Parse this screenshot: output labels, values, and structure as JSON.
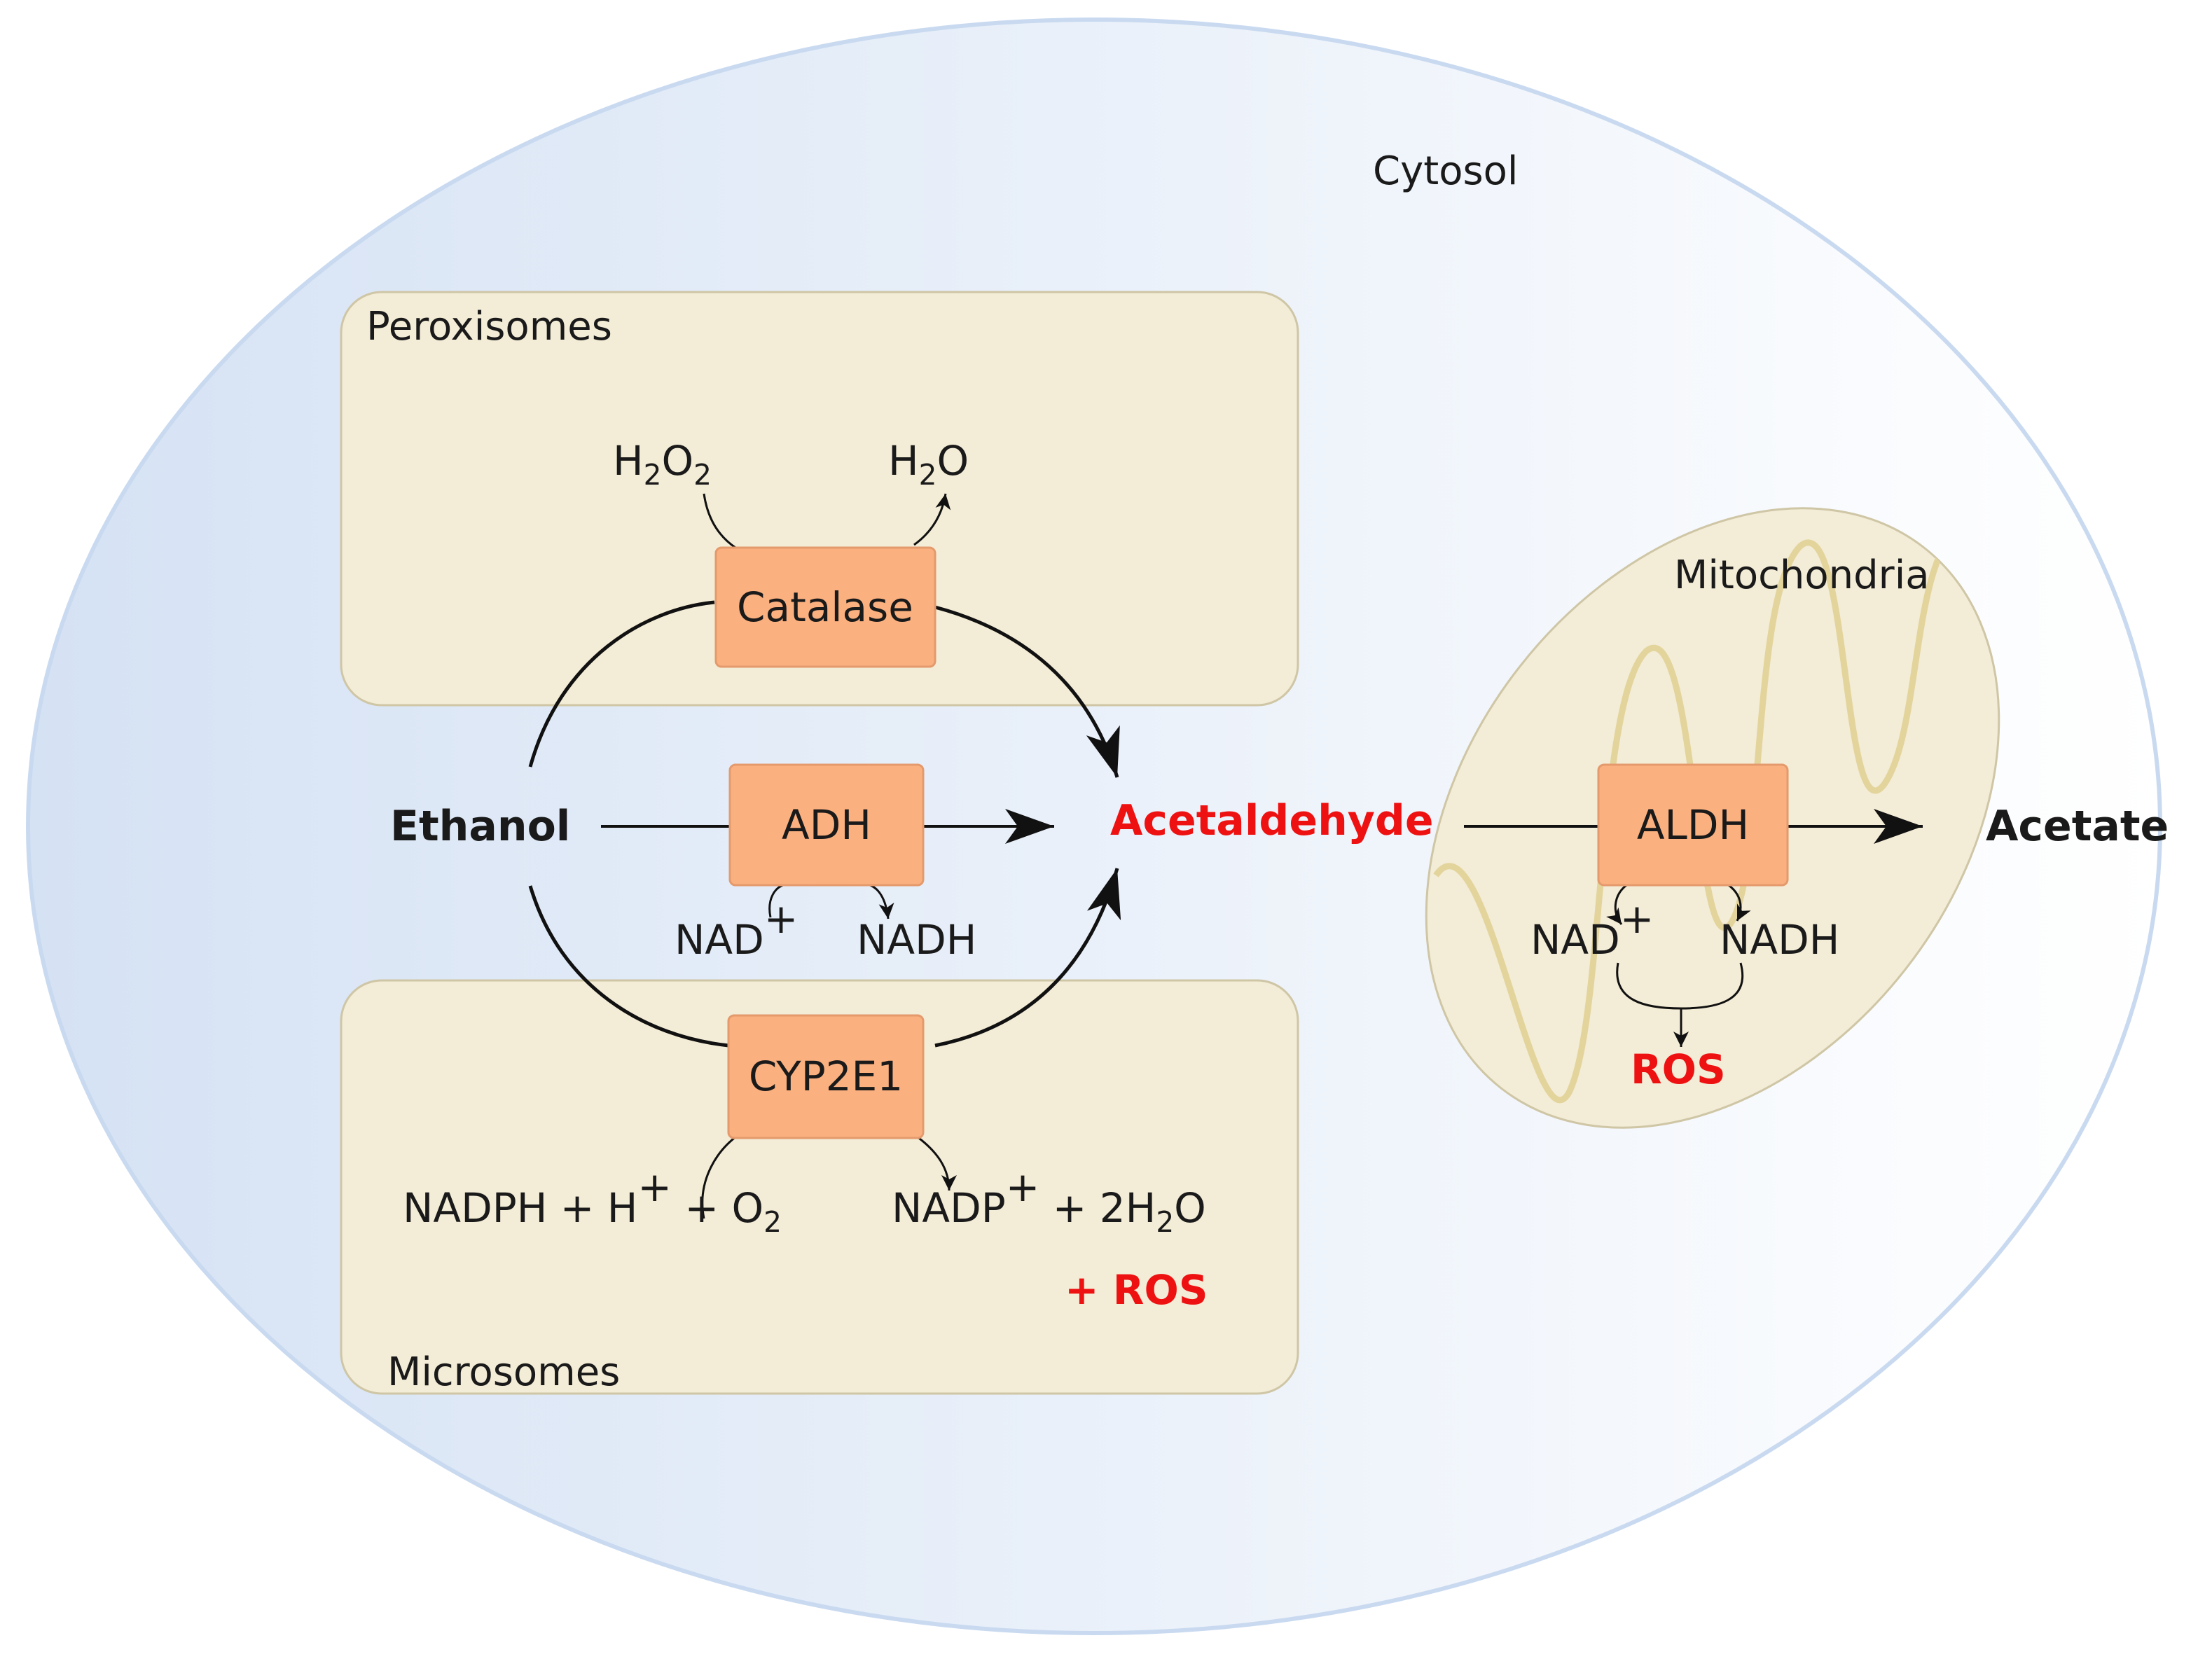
{
  "compartments": {
    "cytosol": "Cytosol",
    "peroxisomes": "Peroxisomes",
    "microsomes": "Microsomes",
    "mitochondria": "Mitochondria"
  },
  "enzymes": {
    "catalase": "Catalase",
    "adh": "ADH",
    "cyp2e1": "CYP2E1",
    "aldh": "ALDH"
  },
  "metabolites": {
    "ethanol": "Ethanol",
    "acetaldehyde": "Acetaldehyde",
    "acetate": "Acetate"
  },
  "peroxisome_reaction": {
    "substrate": {
      "main": "H",
      "sub1": "2",
      "mid": "O",
      "sub2": "2"
    },
    "product": {
      "main": "H",
      "sub1": "2",
      "mid": "O"
    }
  },
  "adh_cofactors": {
    "nad": "NAD",
    "nad_sup": "+",
    "nadh": "NADH"
  },
  "microsome_reaction": {
    "left": {
      "a": "NADPH + H",
      "sup": "+",
      "b": " + O",
      "sub": "2"
    },
    "right": {
      "a": "NADP",
      "sup": "+",
      "b": " + 2H",
      "sub": "2",
      "c": "O"
    },
    "ros": "+ ROS"
  },
  "aldh_cofactors": {
    "nad": "NAD",
    "nad_sup": "+",
    "nadh": "NADH",
    "ros": "ROS"
  },
  "colors": {
    "cytosol_left": "#d5e2f4",
    "cytosol_right": "#ffffff",
    "cytosol_edge": "#c9daf0",
    "compartment_fill": "#f3ecd6",
    "compartment_edge": "#cfc6a6",
    "enzyme_fill": "#fbb07f",
    "enzyme_edge": "#e49a6c",
    "mito_cristae": "#e3d49c",
    "highlight_red": "#ee1111"
  }
}
